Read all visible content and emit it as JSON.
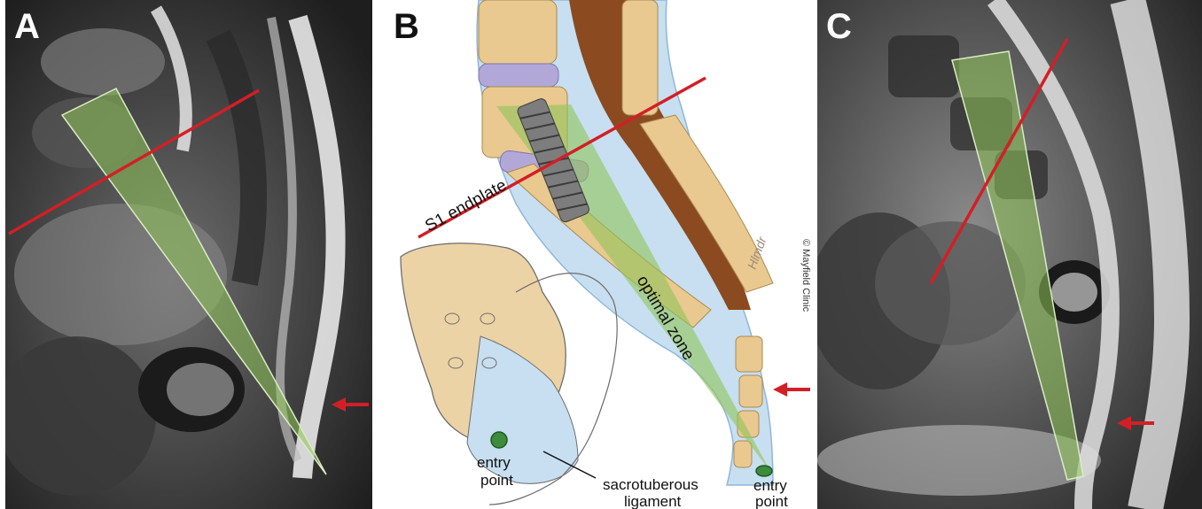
{
  "panels": {
    "a": {
      "letter": "A"
    },
    "b": {
      "letter": "B",
      "s1_endplate_label": "S1 endplate",
      "optimal_zone_label": "optimal zone",
      "entry_point_left": [
        "entry",
        "point"
      ],
      "entry_point_right": [
        "entry",
        "point"
      ],
      "ligament_label": [
        "sacrotuberous",
        "ligament"
      ],
      "copyright": "© Mayfield Clinic",
      "signature": "Hlmdr"
    },
    "c": {
      "letter": "C"
    }
  },
  "colors": {
    "endplate_line": "#d21f26",
    "arrow": "#d21f26",
    "optimal_zone": "#8fc45a",
    "entry_point": "#3d8b3d",
    "bone": "#e9c98f",
    "disc": "#b2a8d8",
    "csf": "#c7dff0",
    "cord": "#8b4a1f"
  }
}
